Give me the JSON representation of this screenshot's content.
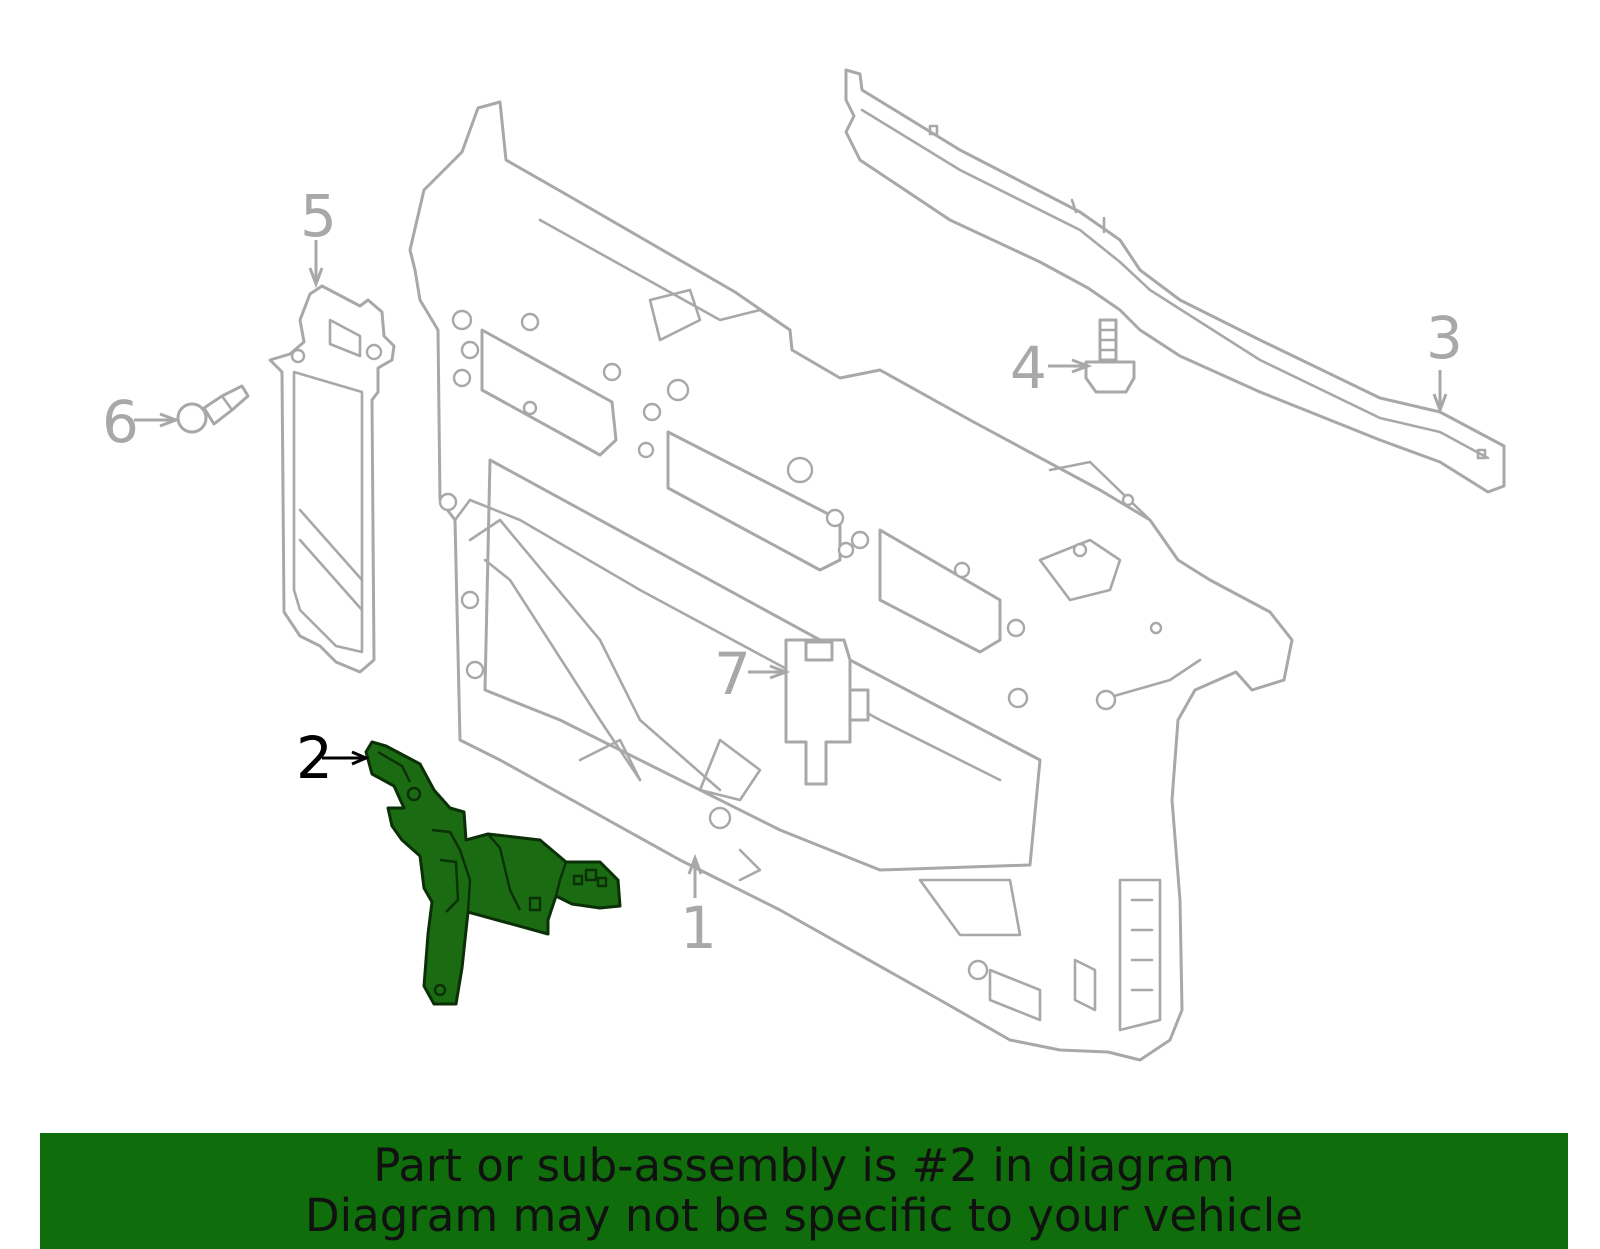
{
  "callouts": [
    {
      "id": "1",
      "label": "1",
      "highlighted": false
    },
    {
      "id": "2",
      "label": "2",
      "highlighted": true
    },
    {
      "id": "3",
      "label": "3",
      "highlighted": false
    },
    {
      "id": "4",
      "label": "4",
      "highlighted": false
    },
    {
      "id": "5",
      "label": "5",
      "highlighted": false
    },
    {
      "id": "6",
      "label": "6",
      "highlighted": false
    },
    {
      "id": "7",
      "label": "7",
      "highlighted": false
    }
  ],
  "banner": {
    "line1": "Part or sub-assembly is #2 in diagram",
    "line2": "Diagram may not be specific to your vehicle"
  },
  "colors": {
    "highlight_part": "#1b6b12",
    "banner_background": "#0f6d0b",
    "line_art": "#a8a8a8"
  }
}
